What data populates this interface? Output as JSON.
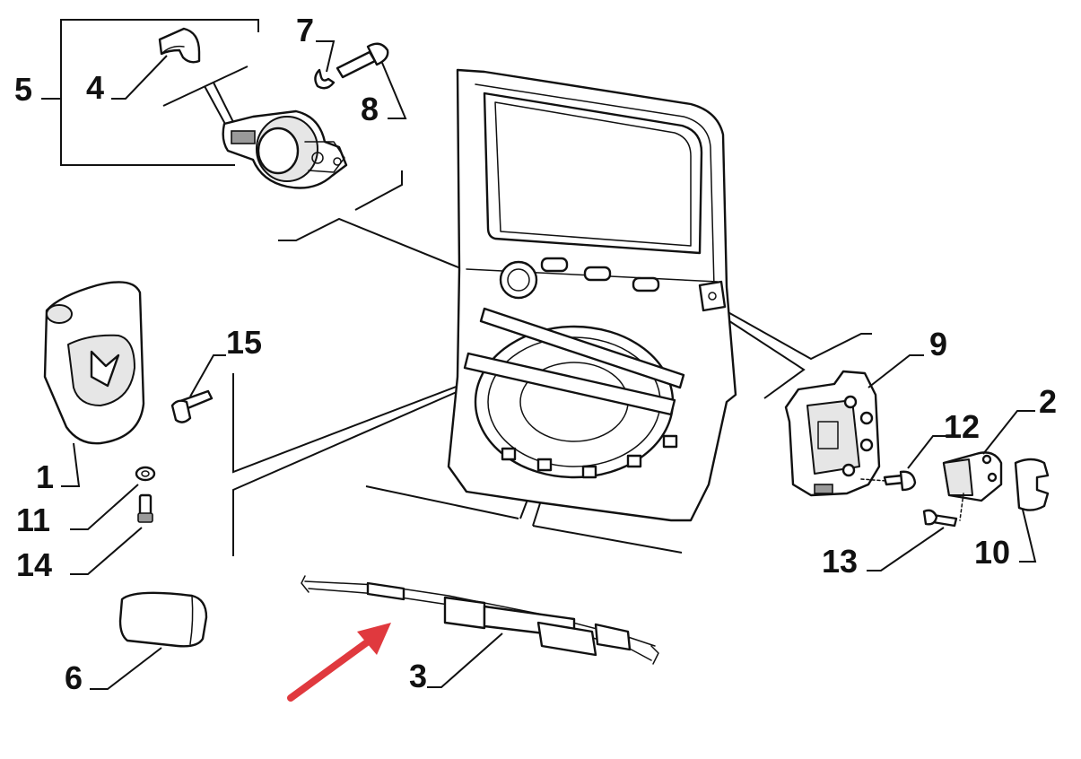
{
  "labels": {
    "l1": "1",
    "l2": "2",
    "l3": "3",
    "l4": "4",
    "l5": "5",
    "l6": "6",
    "l7": "7",
    "l8": "8",
    "l9": "9",
    "l10": "10",
    "l11": "11",
    "l12": "12",
    "l13": "13",
    "l14": "14",
    "l15": "15"
  },
  "colors": {
    "arrow": "#e0393e",
    "ink": "#111111",
    "background": "#ffffff"
  }
}
